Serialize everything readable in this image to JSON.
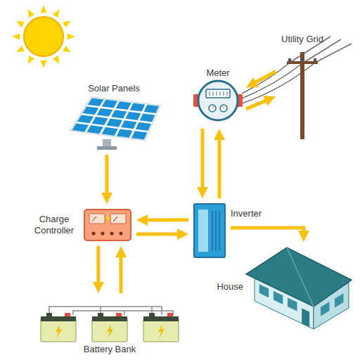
{
  "diagram": {
    "nodes": [
      {
        "text": [
          "Meter"
        ]
      },
      {
        "text": [
          "Utility Grid"
        ]
      },
      {
        "text": [
          "Solar Panels"
        ]
      },
      {
        "text": [
          "Charge Controller"
        ]
      },
      {
        "text": [
          "Inverter"
        ]
      },
      {
        "text": [
          "House"
        ]
      },
      {
        "text": [
          "Battery Bank"
        ]
      }
    ],
    "edges": [
      {
        "from": 2,
        "to": 3,
        "arrow": "to"
      },
      {
        "from": 3,
        "to": 6,
        "arrow": "to"
      },
      {
        "from": 6,
        "to": 3,
        "arrow": "to"
      },
      {
        "from": 4,
        "to": 3,
        "arrow": "to"
      },
      {
        "from": 3,
        "to": 4,
        "arrow": "to"
      },
      {
        "from": 0,
        "to": 4,
        "arrow": "to"
      },
      {
        "from": 4,
        "to": 0,
        "arrow": "to"
      },
      {
        "from": 4,
        "to": 5,
        "arrow": "to"
      },
      {
        "from": 1,
        "to": 0,
        "arrow": "to"
      },
      {
        "from": 0,
        "to": 1,
        "arrow": "to"
      }
    ]
  }
}
